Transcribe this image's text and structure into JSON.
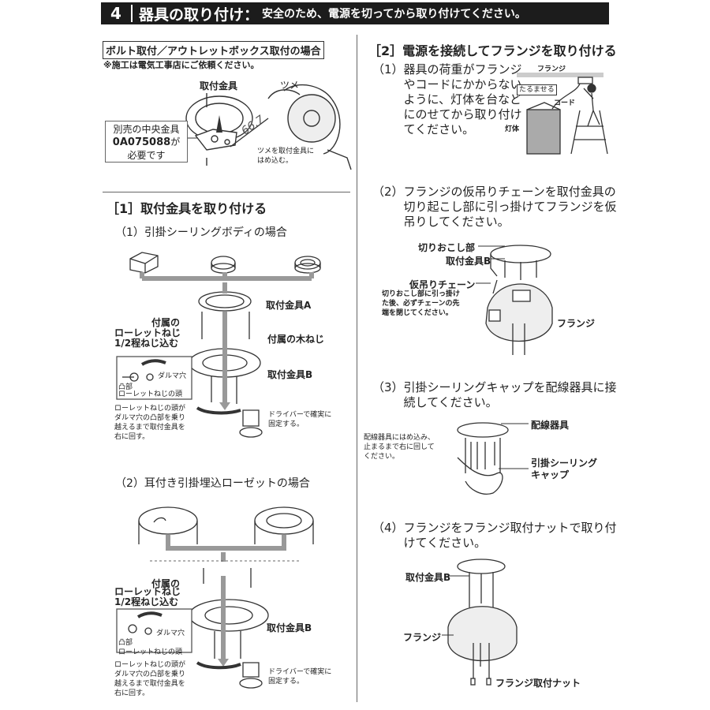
{
  "header": {
    "number": "4",
    "title": "器具の取り付け：",
    "subtitle": "安全のため、電源を切ってから取り付けてください。"
  },
  "left": {
    "bolt_box_title": "ボルト取付／アウトレットボックス取付の場合",
    "bolt_note": "※施工は電気工事店にご依頼ください。",
    "bolt_fig": {
      "bracket_label": "取付金具",
      "tab_label": "ツメ",
      "angle_value": "66.7",
      "center_part_line1": "別売の中央金具",
      "center_part_line2": "0A075088",
      "center_part_line2b": "が",
      "center_part_line3": "必要です",
      "tab_note_line1": "ツメを取付金具に",
      "tab_note_line2": "はめ込む。"
    },
    "section1_title": "［1］取付金具を取り付ける",
    "step1_title": "（1）引掛シーリングボディの場合",
    "step1_fig": {
      "bracket_a": "取付金具A",
      "knurl_line1": "付属の",
      "knurl_line2": "ローレットねじ",
      "knurl_line3": "1/2程ねじ込む",
      "wood_screw": "付属の木ねじ",
      "bracket_b": "取付金具B",
      "daruma": "ダルマ穴",
      "convex": "凸部",
      "knurl_head": "ローレットねじの頭",
      "note_line1": "ローレットねじの頭が",
      "note_line2": "ダルマ穴の凸部を乗り",
      "note_line3": "越えるまで取付金具を",
      "note_line4": "右に回す。",
      "driver_line1": "ドライバーで確実に",
      "driver_line2": "固定する。"
    },
    "step2_title": "（2）耳付き引掛埋込ローゼットの場合",
    "step2_fig": {
      "knurl_line1": "付属の",
      "knurl_line2": "ローレットねじ",
      "knurl_line3": "1/2程ねじ込む",
      "bracket_b": "取付金具B",
      "daruma": "ダルマ穴",
      "convex": "凸部",
      "knurl_head": "ローレットねじの頭",
      "note_line1": "ローレットねじの頭が",
      "note_line2": "ダルマ穴の凸部を乗り",
      "note_line3": "越えるまで取付金具を",
      "note_line4": "右に回す。",
      "driver_line1": "ドライバーで確実に",
      "driver_line2": "固定する。"
    }
  },
  "right": {
    "section2_title": "［2］電源を接続してフランジを取り付ける",
    "s1": {
      "num": "（1）",
      "line1": "器具の荷重がフランジ",
      "line2": "やコードにかからない",
      "line3": "ように、灯体を台など",
      "line4": "にのせてから取り付け",
      "line5": "てください。",
      "flange": "フランジ",
      "slack": "たるませる",
      "cord": "コード",
      "lamp": "灯体"
    },
    "s2": {
      "num": "（2）",
      "line1": "フランジの仮吊りチェーンを取付金具の",
      "line2": "切り起こし部に引っ掛けてフランジを仮",
      "line3": "吊りしてください。",
      "cut_part": "切りおこし部",
      "bracket_b": "取付金具B",
      "chain": "仮吊りチェーン",
      "note_line1": "切りおこし部に引っ掛け",
      "note_line2": "た後、必ずチェーンの先",
      "note_line3": "端を閉じてください。",
      "flange": "フランジ"
    },
    "s3": {
      "num": "（3）",
      "line1": "引掛シーリングキャップを配線器具に接",
      "line2": "続してください。",
      "wiring": "配線器具",
      "note_line1": "配線器具にはめ込み、",
      "note_line2": "止まるまで右に回して",
      "note_line3": "ください。",
      "cap_line1": "引掛シーリング",
      "cap_line2": "キャップ"
    },
    "s4": {
      "num": "（4）",
      "line1": "フランジをフランジ取付ナットで取り付",
      "line2": "けてください。",
      "bracket_b": "取付金具B",
      "flange": "フランジ",
      "nut": "フランジ取付ナット"
    }
  }
}
